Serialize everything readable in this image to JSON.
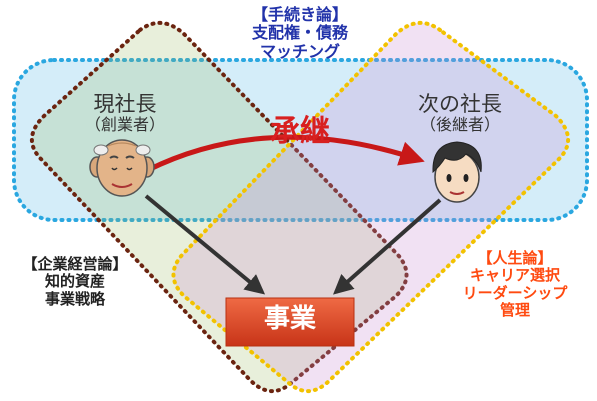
{
  "procedure": {
    "title": "【手続き論】",
    "line1": "支配権・債務",
    "line2": "マッチング"
  },
  "management": {
    "title": "【企業経営論】",
    "line1": "知的資産",
    "line2": "事業戦略"
  },
  "life": {
    "title": "【人生論】",
    "line1": "キャリア選択",
    "line2": "リーダーシップ",
    "line3": "管理"
  },
  "current_president": {
    "name": "現社長",
    "role": "（創業者）"
  },
  "next_president": {
    "name": "次の社長",
    "role": "（後継者）"
  },
  "succession": {
    "label": "承継"
  },
  "business": {
    "label": "事業"
  },
  "colors": {
    "blue_frame": "#2aa7e0",
    "green_frame": "#7a2a10",
    "yellow_frame": "#f2c200",
    "succession_red": "#d82020",
    "business_box": "#e04a25",
    "label_blue": "#2233aa",
    "label_orange": "#ff4a10"
  },
  "icons": {
    "current_president": "old-man-face-icon",
    "next_president": "young-man-face-icon"
  }
}
